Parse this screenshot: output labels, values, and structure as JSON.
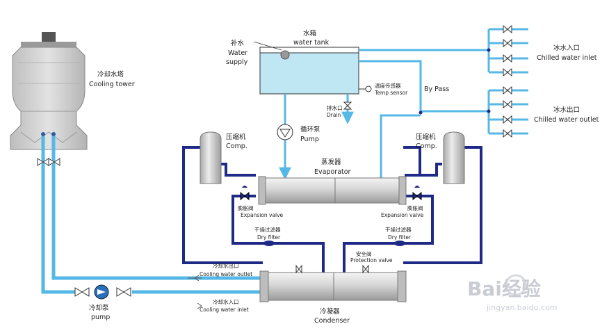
{
  "labels": {
    "cooling_tower_cn": "冷却水塔",
    "cooling_tower_en": "Cooling tower",
    "makeup_cn": "补水",
    "makeup_en1": "Water",
    "makeup_en2": "supply",
    "tank_cn": "水箱",
    "tank_en": "water tank",
    "temp_cn": "温度传感器",
    "temp_en": "Temp sensor",
    "drain_cn": "排水口",
    "drain_en": "Drain",
    "bypass": "By Pass",
    "pump_cn": "循环泵",
    "pump_en": "Pump",
    "chilled_in_cn": "冰水入口",
    "chilled_in_en": "Chilled water inlet",
    "chilled_out_cn": "冰水出口",
    "chilled_out_en": "Chilled water outlet",
    "comp_left_cn": "压缩机",
    "comp_left_en": "Comp.",
    "comp_right_cn": "压缩机",
    "comp_right_en": "Comp.",
    "evap_cn": "蒸发器",
    "evap_en": "Evaporator",
    "exp_left_cn": "膨胀阀",
    "exp_left_en": "Expansion valve",
    "exp_right_cn": "膨胀阀",
    "exp_right_en": "Expansion valve",
    "dry_left_cn": "干燥过滤器",
    "dry_left_en": "Dry filter",
    "dry_right_cn": "干燥过滤器",
    "dry_right_en": "Dry filter",
    "cw_out_cn": "冷却水出口",
    "cw_out_en": "Cooling water outlet",
    "cw_in_cn": "冷却水入口",
    "cw_in_en": "Cooling water inlet",
    "safety_cn": "安全阀",
    "safety_en": "Protection valve",
    "cond_cn": "冷凝器",
    "cond_en": "Condenser",
    "cpump_cn": "冷却泵",
    "cpump_en": "pump"
  },
  "watermark": {
    "brand": "Bai经验",
    "url": "jingyan.baidu.com"
  },
  "colors": {
    "water_pipe": "#55b8e6",
    "refrigerant_pipe": "#1e2a86",
    "tank_water": "#bfe6f3",
    "equipment": "#d8d8d8"
  }
}
